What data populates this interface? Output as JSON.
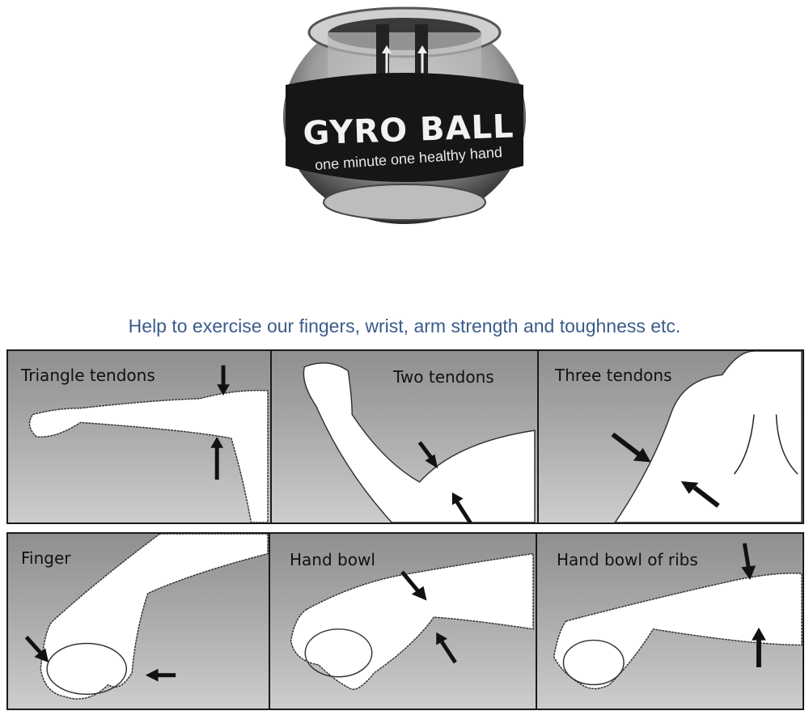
{
  "product": {
    "brand": "GYRO BALL",
    "tagline": "one minute one healthy hand",
    "icon": "gyro-ball-image"
  },
  "headline": "Help to exercise our fingers, wrist, arm strength and toughness etc.",
  "colors": {
    "headline": "#3b5b8a",
    "panel_bg": "#a9a9a9",
    "border": "#1a1a1a"
  },
  "panels": [
    {
      "label": "Triangle tendons"
    },
    {
      "label": "Two tendons"
    },
    {
      "label": "Three tendons"
    },
    {
      "label": "Finger"
    },
    {
      "label": "Hand bowl"
    },
    {
      "label": "Hand bowl of ribs"
    }
  ]
}
